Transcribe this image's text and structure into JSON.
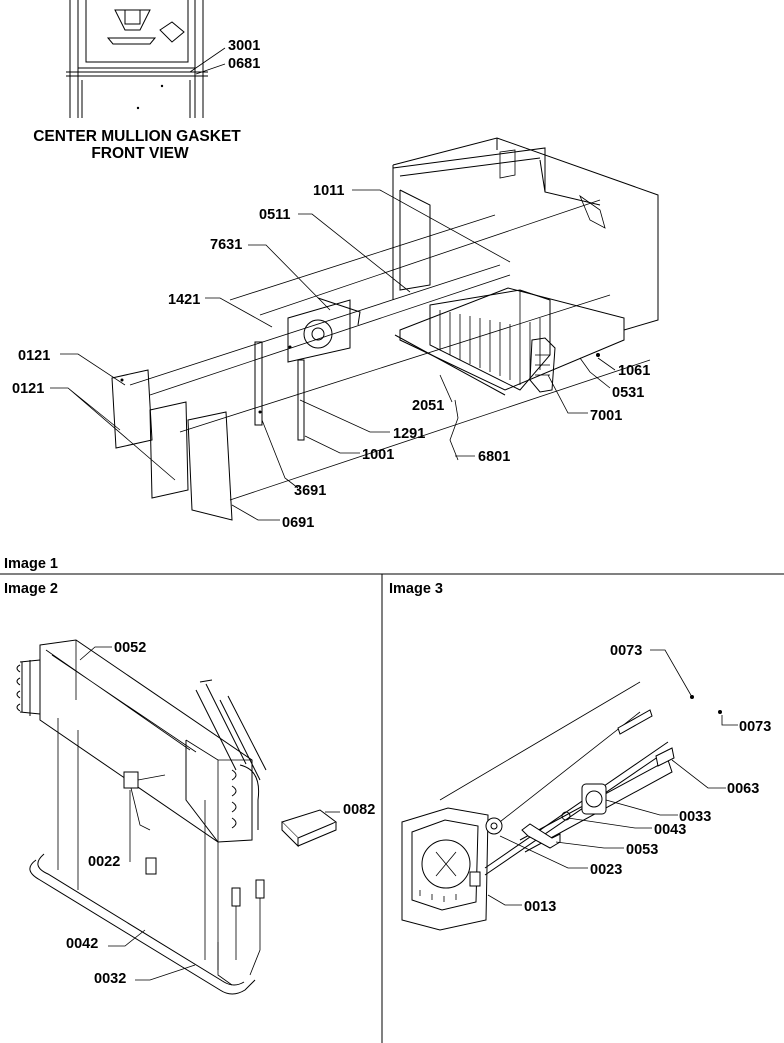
{
  "caption": {
    "line1": "CENTER MULLION GASKET",
    "line2": "FRONT VIEW"
  },
  "sections": {
    "image1": "Image 1",
    "image2": "Image 2",
    "image3": "Image 3"
  },
  "callouts": {
    "top": {
      "c3001": "3001",
      "c0681": "0681",
      "c1011": "1011",
      "c0511": "0511",
      "c7631": "7631",
      "c1421": "1421",
      "c0121a": "0121",
      "c0121b": "0121",
      "c1061": "1061",
      "c0531": "0531",
      "c2051": "2051",
      "c7001": "7001",
      "c1291": "1291",
      "c1001": "1001",
      "c6801": "6801",
      "c3691": "3691",
      "c0691": "0691"
    },
    "left": {
      "c0052": "0052",
      "c0022": "0022",
      "c0082": "0082",
      "c0042": "0042",
      "c0032": "0032"
    },
    "right": {
      "c0073a": "0073",
      "c0073b": "0073",
      "c0063": "0063",
      "c0033": "0033",
      "c0043": "0043",
      "c0053": "0053",
      "c0023": "0023",
      "c0013": "0013"
    }
  }
}
